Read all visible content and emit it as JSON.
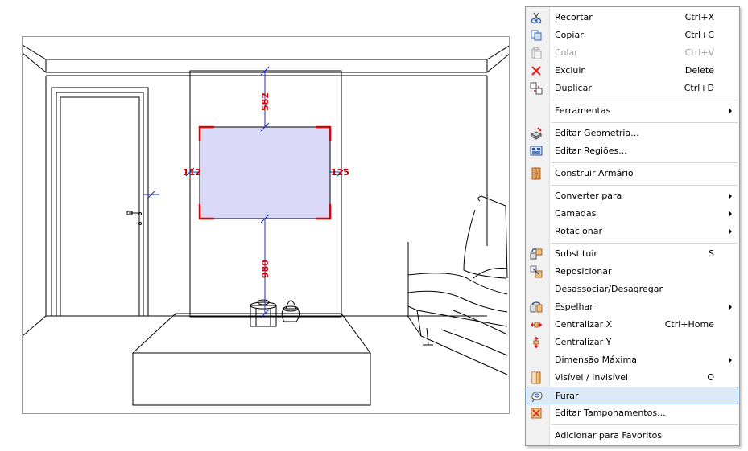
{
  "dimensions": {
    "top": "582",
    "bottom": "980",
    "left": "112",
    "right": "125"
  },
  "context_menu": {
    "items": [
      {
        "label": "Recortar",
        "shortcut": "Ctrl+X",
        "icon": "scissors-icon"
      },
      {
        "label": "Copiar",
        "shortcut": "Ctrl+C",
        "icon": "copy-icon"
      },
      {
        "label": "Colar",
        "shortcut": "Ctrl+V",
        "icon": "paste-icon",
        "disabled": true
      },
      {
        "label": "Excluir",
        "shortcut": "Delete",
        "icon": "delete-icon"
      },
      {
        "label": "Duplicar",
        "shortcut": "Ctrl+D",
        "icon": "duplicate-icon"
      },
      {
        "label": "Ferramentas",
        "submenu": true
      },
      {
        "label": "Editar Geometria...",
        "icon": "edit-geometry-icon"
      },
      {
        "label": "Editar Regiões...",
        "icon": "edit-regions-icon"
      },
      {
        "label": "Construir Armário",
        "icon": "cabinet-icon"
      },
      {
        "label": "Converter para",
        "submenu": true
      },
      {
        "label": "Camadas",
        "submenu": true
      },
      {
        "label": "Rotacionar",
        "submenu": true
      },
      {
        "label": "Substituir",
        "shortcut": "S",
        "icon": "replace-icon"
      },
      {
        "label": "Reposicionar",
        "icon": "reposition-icon"
      },
      {
        "label": "Desassociar/Desagregar"
      },
      {
        "label": "Espelhar",
        "submenu": true,
        "icon": "mirror-icon"
      },
      {
        "label": "Centralizar X",
        "shortcut": "Ctrl+Home",
        "icon": "center-x-icon"
      },
      {
        "label": "Centralizar Y",
        "icon": "center-y-icon"
      },
      {
        "label": "Dimensão Máxima",
        "submenu": true
      },
      {
        "label": "Visível / Invisível",
        "shortcut": "O",
        "icon": "visibility-icon"
      },
      {
        "label": "Furar",
        "icon": "drill-icon",
        "selected": true
      },
      {
        "label": "Editar Tamponamentos...",
        "icon": "edit-covers-icon"
      },
      {
        "label": "Adicionar para Favoritos"
      }
    ]
  }
}
